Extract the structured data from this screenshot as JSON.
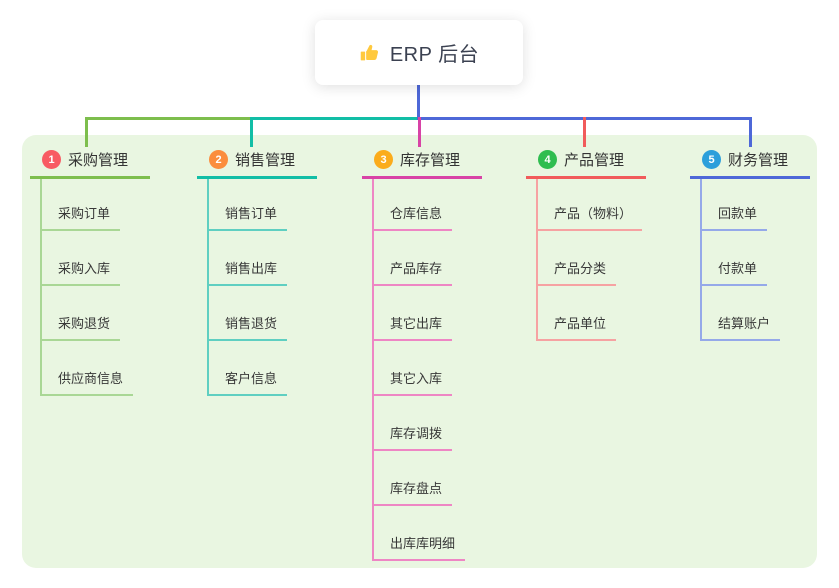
{
  "root": {
    "label": "ERP 后台",
    "icon": "thumbs-up-icon"
  },
  "canvas": {
    "background": "#ffffff",
    "panel_background": "#e9f6e1"
  },
  "stem_color": "#4e68d8",
  "branches": [
    {
      "num": "1",
      "title": "采购管理",
      "badge_color": "#f85b63",
      "line_color": "#7dbe4d",
      "light_color": "#a9d795",
      "children": [
        "采购订单",
        "采购入库",
        "采购退货",
        "供应商信息"
      ]
    },
    {
      "num": "2",
      "title": "销售管理",
      "badge_color": "#fb8d3d",
      "line_color": "#12bea6",
      "light_color": "#5fcfc1",
      "children": [
        "销售订单",
        "销售出库",
        "销售退货",
        "客户信息"
      ]
    },
    {
      "num": "3",
      "title": "库存管理",
      "badge_color": "#fbac1b",
      "line_color": "#d843a6",
      "light_color": "#ee86c4",
      "children": [
        "仓库信息",
        "产品库存",
        "其它出库",
        "其它入库",
        "库存调拨",
        "库存盘点",
        "出库库明细"
      ]
    },
    {
      "num": "4",
      "title": "产品管理",
      "badge_color": "#2fbd50",
      "line_color": "#f15b5b",
      "light_color": "#f6a2a2",
      "children": [
        "产品（物料）",
        "产品分类",
        "产品单位"
      ]
    },
    {
      "num": "5",
      "title": "财务管理",
      "badge_color": "#2c9fdb",
      "line_color": "#4e68d8",
      "light_color": "#95a9e9",
      "children": [
        "回款单",
        "付款单",
        "结算账户"
      ]
    }
  ]
}
